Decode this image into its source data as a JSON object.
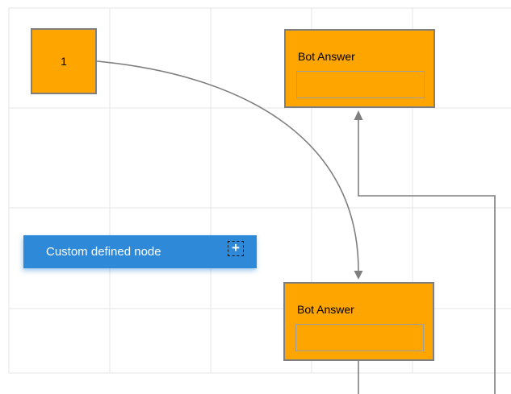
{
  "colors": {
    "background": "#ffffff",
    "grid_line": "#e5e5e5",
    "node_fill": "#ffa500",
    "node_border": "#7f7f7f",
    "inner_box_border": "#9e9e9e",
    "node_text": "#000000",
    "connector": "#7f7f7f",
    "custom_node_fill": "#2e89d8",
    "custom_node_text": "#ffffff",
    "add_button_border": "#111111"
  },
  "diagram": {
    "start_node": {
      "label": "1"
    },
    "bot_answer_top": {
      "title": "Bot Answer",
      "textbox_value": ""
    },
    "bot_answer_bottom": {
      "title": "Bot Answer",
      "textbox_value": ""
    },
    "custom_node": {
      "label": "Custom defined node",
      "add_icon_glyph": "+"
    }
  }
}
